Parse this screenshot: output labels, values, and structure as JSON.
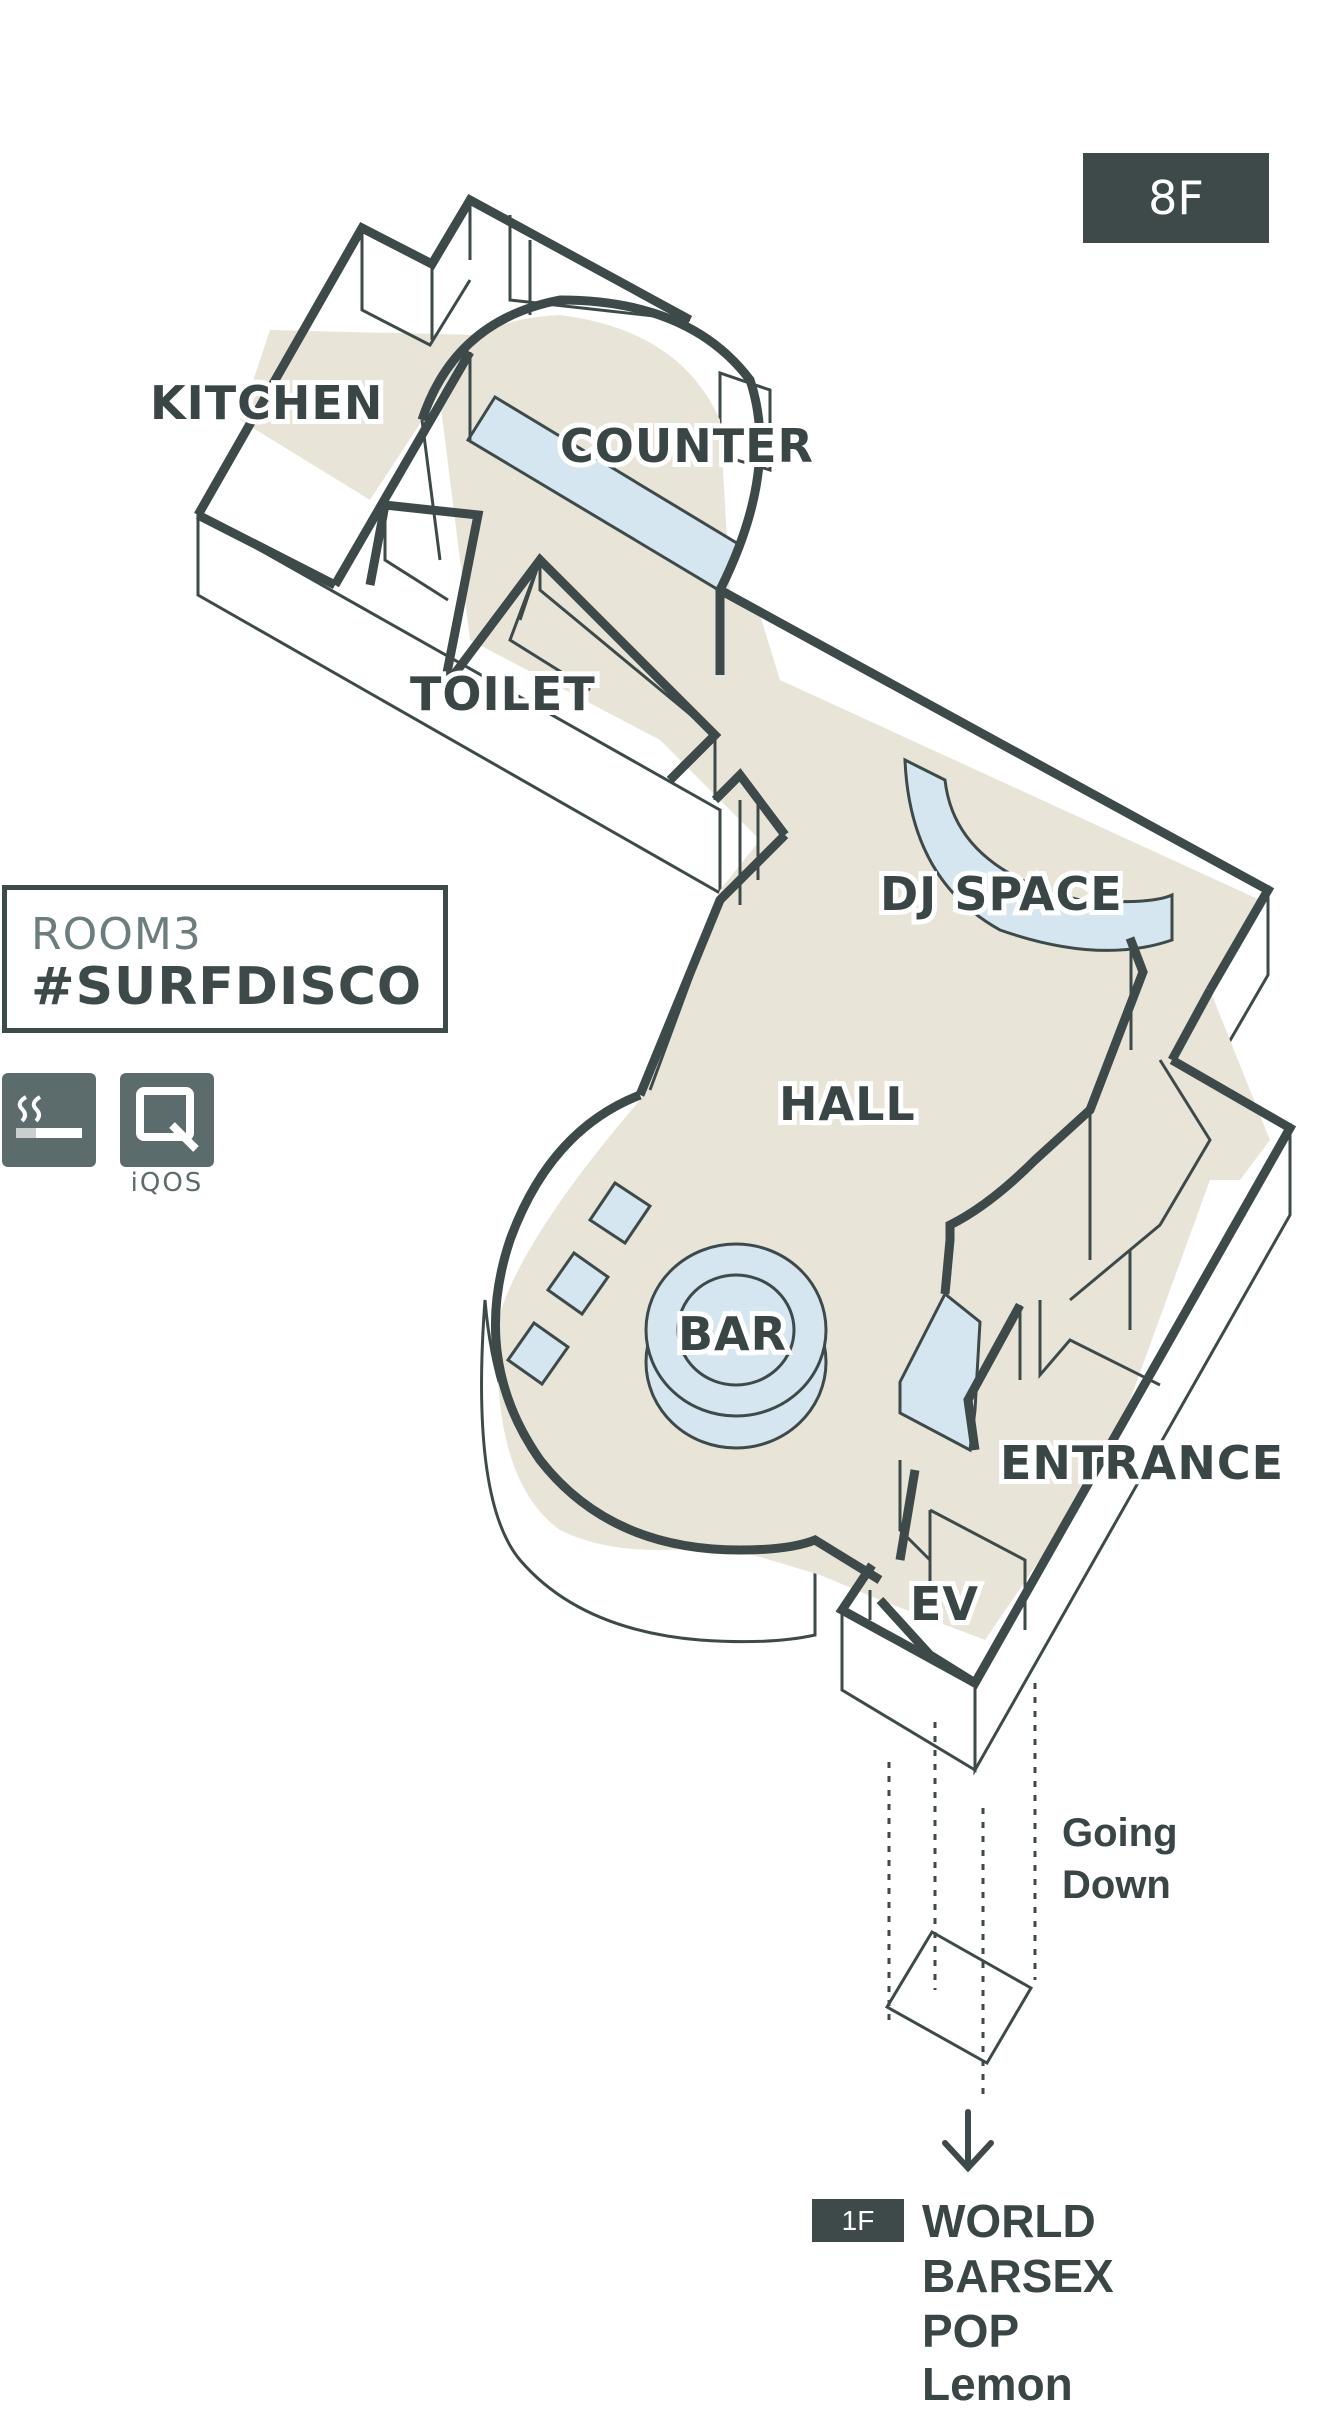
{
  "floor": {
    "label": "8F"
  },
  "room": {
    "name": "ROOM3",
    "tag": "#SURFDISCO"
  },
  "amenities": {
    "iqos_label": "iQOS"
  },
  "rooms": {
    "kitchen": "KITCHEN",
    "counter": "COUNTER",
    "toilet": "TOILET",
    "dj_space": "DJ SPACE",
    "hall": "HALL",
    "bar": "BAR",
    "entrance": "ENTRANCE",
    "ev": "EV"
  },
  "elevator": {
    "going_line1": "Going",
    "going_line2": "Down",
    "destination_floor": "1F",
    "destinations": [
      "WORLD",
      "BARSEX",
      "POP",
      "Lemon"
    ]
  },
  "colors": {
    "wall": "#3e4a4a",
    "floor": "#e8e5d8",
    "fixture": "#d6e6f0",
    "text": "#3a4646"
  }
}
